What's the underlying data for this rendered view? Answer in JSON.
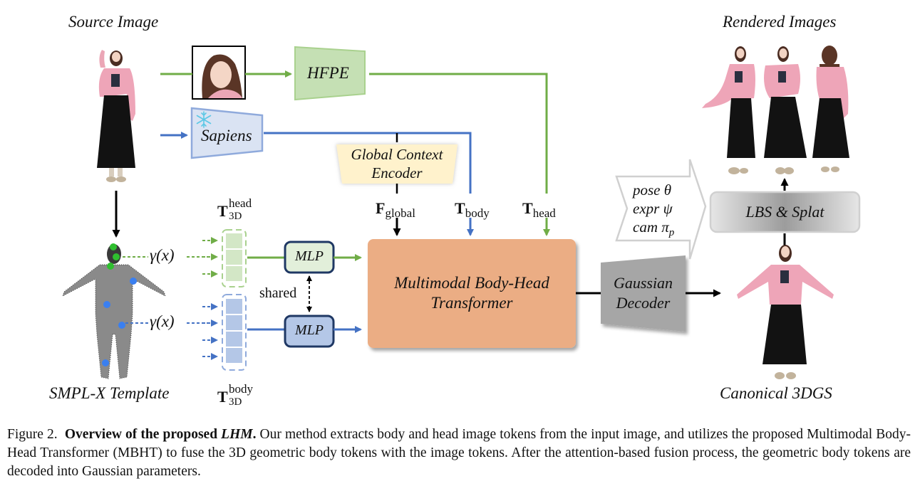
{
  "labels": {
    "source_image": "Source Image",
    "rendered_images": "Rendered Images",
    "smplx_template": "SMPL-X Template",
    "canonical_3dgs": "Canonical 3DGS"
  },
  "modules": {
    "hfpe": "HFPE",
    "sapiens": "Sapiens",
    "global_context_encoder_line1": "Global Context",
    "global_context_encoder_line2": "Encoder",
    "mlp_head": "MLP",
    "mlp_body": "MLP",
    "mbht_line1": "Multimodal Body-Head",
    "mbht_line2": "Transformer",
    "gaussian_decoder_line1": "Gaussian",
    "gaussian_decoder_line2": "Decoder",
    "lbs_splat": "LBS & Splat"
  },
  "tokens": {
    "f_global_main": "F",
    "f_global_sub": "global",
    "t_body_main": "T",
    "t_body_sub": "body",
    "t_head_main": "T",
    "t_head_sub": "head",
    "t3d_head_main": "T",
    "t3d_head_sup": "head",
    "t3d_head_sub": "3D",
    "t3d_body_main": "T",
    "t3d_body_sup": "body",
    "t3d_body_sub": "3D",
    "gamma_x_head": "γ(x)",
    "gamma_x_body": "γ(x)",
    "shared": "shared"
  },
  "params": {
    "pose": "pose θ",
    "expr": "expr ψ",
    "cam_main": "cam π",
    "cam_sub": "p"
  },
  "colors": {
    "green": "#70ad47",
    "blue": "#4472c4",
    "hfpe_fill": "#c5e0b4",
    "sapiens_fill": "#dae3f3",
    "gce_fill": "#fff2cc",
    "mbht_fill": "#ebad84",
    "decoder_fill": "#a6a6a6",
    "head_token_fill": "#d3e7c6",
    "body_token_fill": "#b4c7e7",
    "keypoint_green": "#2fbf2f",
    "keypoint_blue": "#3a7ff0"
  },
  "caption": {
    "figure_number": "Figure 2.",
    "title_part1": "Overview of the proposed ",
    "title_italic": "LHM",
    "title_end": ".",
    "body": " Our method extracts body and head image tokens from the input image, and utilizes the proposed Multimodal Body-Head Transformer (MBHT) to fuse the 3D geometric body tokens with the image tokens. After the attention-based fusion process, the geometric body tokens are decoded into Gaussian parameters."
  }
}
